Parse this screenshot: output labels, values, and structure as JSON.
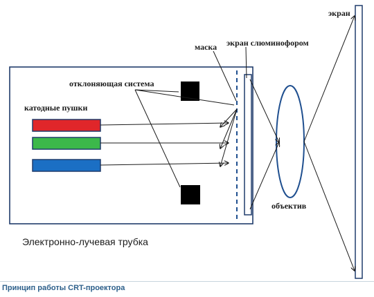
{
  "labels": {
    "screen_top": "экран",
    "mask": "маска",
    "phosphor_screen": "экран слюминофором",
    "deflection_system": "отклоняющая система",
    "cathode_guns": "катодные пушки",
    "lens": "объектив",
    "crt": "Электронно-лучевая трубка"
  },
  "caption": "Принцип работы CRT-проектора",
  "colors": {
    "gun_red": "#e0262a",
    "gun_green": "#3cb84a",
    "gun_blue": "#1b6fc4",
    "outline": "#1f3b6b",
    "coil": "#000000",
    "mask": "#1f4f8f",
    "lens": "#1f4f8f"
  }
}
